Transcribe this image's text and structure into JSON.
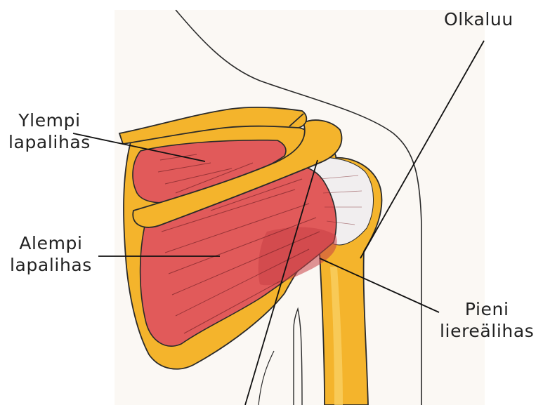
{
  "labels": {
    "humerus": "Olkaluu",
    "supraspinatus": {
      "line1": "Ylempi",
      "line2": "lapalihas"
    },
    "infraspinatus": {
      "line1": "Alempi",
      "line2": "lapalihas"
    },
    "teres_minor": {
      "line1": "Pieni",
      "line2": "liereälihas"
    }
  },
  "colors": {
    "bone": "#f4b42c",
    "bone_light": "#f9cf63",
    "muscle": "#e15a5a",
    "muscle_dark": "#c83f45",
    "tendon": "#f1eeef",
    "paper": "#fbf8f4",
    "outline": "#2a2a2a"
  }
}
